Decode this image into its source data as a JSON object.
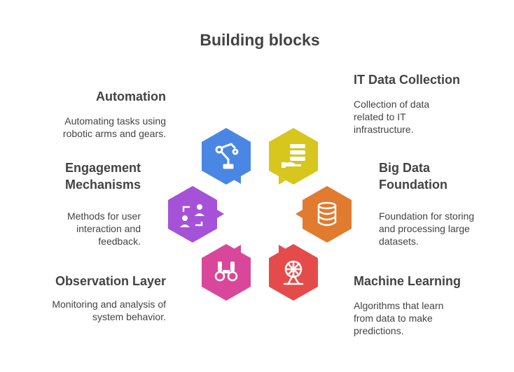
{
  "title": "Building blocks",
  "items": [
    {
      "key": "automation",
      "heading": "Automation",
      "description": "Automating tasks using robotic arms and gears.",
      "color": "#4A86E4",
      "icon": "robot-arm-icon"
    },
    {
      "key": "it-data",
      "heading": "IT Data Collection",
      "description": "Collection of data related to IT infrastructure.",
      "color": "#D6C61E",
      "icon": "server-hand-icon"
    },
    {
      "key": "engagement",
      "heading": "Engagement Mechanisms",
      "description": "Methods for user interaction and feedback.",
      "color": "#A552D9",
      "icon": "user-exchange-icon"
    },
    {
      "key": "big-data",
      "heading": "Big Data Foundation",
      "description": "Foundation for storing and processing large datasets.",
      "color": "#E07B2F",
      "icon": "database-icon"
    },
    {
      "key": "observation",
      "heading": "Observation Layer",
      "description": "Monitoring and analysis of system behavior.",
      "color": "#D9479A",
      "icon": "binoculars-icon"
    },
    {
      "key": "ml",
      "heading": "Machine Learning",
      "description": "Algorithms that learn from data to make predictions.",
      "color": "#E54B4B",
      "icon": "ferris-wheel-icon"
    }
  ]
}
